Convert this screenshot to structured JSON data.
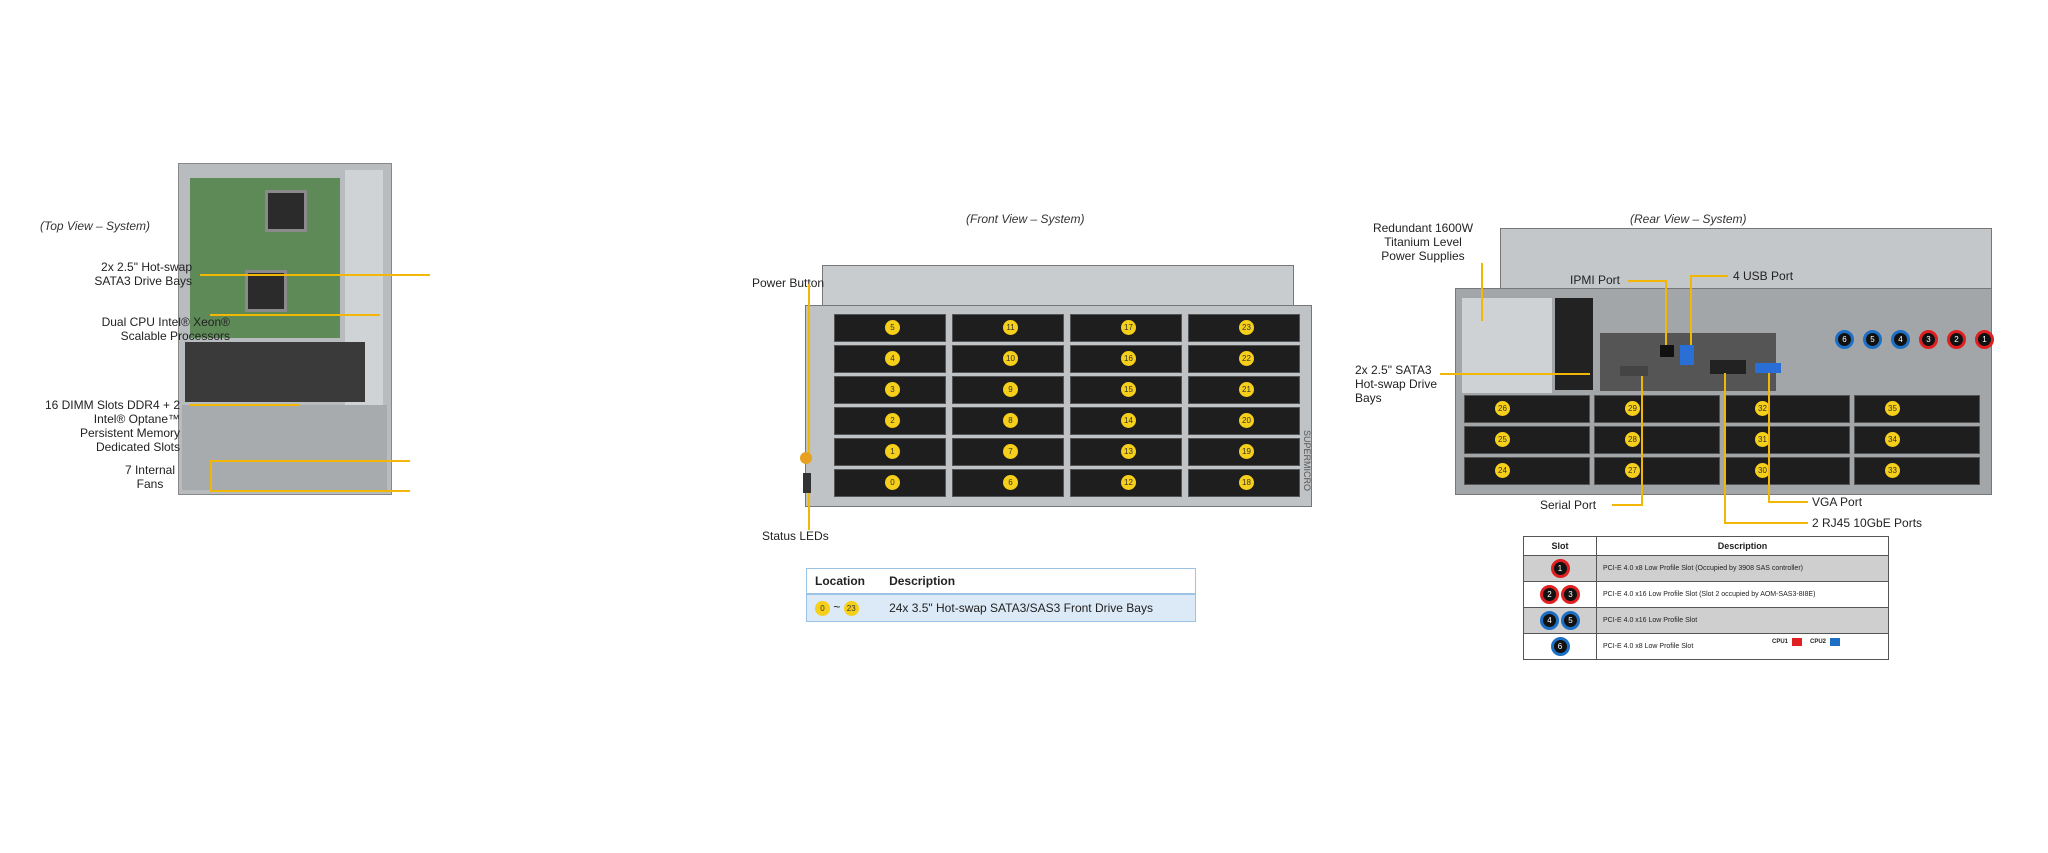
{
  "top_view": {
    "caption": "(Top View – System)",
    "labels": [
      "2x 2.5\" Hot-swap SATA3 Drive Bays",
      "Dual CPU Intel® Xeon® Scalable Processors",
      "16 DIMM Slots DDR4 + 2 Intel® Optane™ Persistent Memory Dedicated Slots",
      "7 Internal Fans"
    ]
  },
  "front_view": {
    "caption": "(Front View – System)",
    "power_button": "Power Button",
    "status_leds": "Status LEDs",
    "brand": "SUPERMICRO",
    "drive_columns": [
      [
        "5",
        "4",
        "3",
        "2",
        "1",
        "0"
      ],
      [
        "11",
        "10",
        "9",
        "8",
        "7",
        "6"
      ],
      [
        "17",
        "16",
        "15",
        "14",
        "13",
        "12"
      ],
      [
        "23",
        "22",
        "21",
        "20",
        "19",
        "18"
      ]
    ],
    "table": {
      "headers": [
        "Location",
        "Description"
      ],
      "row": {
        "from": "0",
        "sep": "~",
        "to": "23",
        "description": "24x 3.5\" Hot-swap SATA3/SAS3 Front Drive Bays"
      }
    }
  },
  "rear_view": {
    "caption": "(Rear View – System)",
    "labels": {
      "psu": "Redundant 1600W Titanium Level Power Supplies",
      "ipmi": "IPMI Port",
      "usb": "4 USB Port",
      "sata": "2x 2.5\" SATA3 Hot-swap Drive Bays",
      "serial": "Serial Port",
      "vga": "VGA Port",
      "rj45": "2 RJ45 10GbE Ports"
    },
    "slot_badges": [
      {
        "n": "6",
        "cpu": "CPU2"
      },
      {
        "n": "5",
        "cpu": "CPU2"
      },
      {
        "n": "4",
        "cpu": "CPU2"
      },
      {
        "n": "3",
        "cpu": "CPU1"
      },
      {
        "n": "2",
        "cpu": "CPU1"
      },
      {
        "n": "1",
        "cpu": "CPU1"
      }
    ],
    "drive_columns": [
      [
        "26",
        "25",
        "24"
      ],
      [
        "29",
        "28",
        "27"
      ],
      [
        "32",
        "31",
        "30"
      ],
      [
        "35",
        "34",
        "33"
      ]
    ],
    "table": {
      "headers": [
        "Slot",
        "Description"
      ],
      "rows": [
        {
          "slots": [
            "1"
          ],
          "cpu": "CPU1",
          "description": "PCI-E  4.0 x8 Low Profile Slot (Occupied by 3908 SAS controller)"
        },
        {
          "slots": [
            "2",
            "3"
          ],
          "cpu": "CPU1",
          "description": "PCI-E  4.0 x16 Low Profile Slot (Slot 2 occupied by AOM-SAS3-8I8E)"
        },
        {
          "slots": [
            "4",
            "5"
          ],
          "cpu": "CPU2",
          "description": "PCI-E  4.0 x16 Low Profile Slot"
        },
        {
          "slots": [
            "6"
          ],
          "cpu": "CPU2",
          "description": "PCI-E  4.0 x8 Low Profile Slot"
        }
      ]
    },
    "legend": [
      {
        "label": "CPU1",
        "color": "#e02020"
      },
      {
        "label": "CPU2",
        "color": "#1c6fc4"
      }
    ]
  },
  "colors": {
    "callout": "#f2b705",
    "badge": "#f5cf1a",
    "cpu1": "#e02020",
    "cpu2": "#1c6fc4"
  }
}
